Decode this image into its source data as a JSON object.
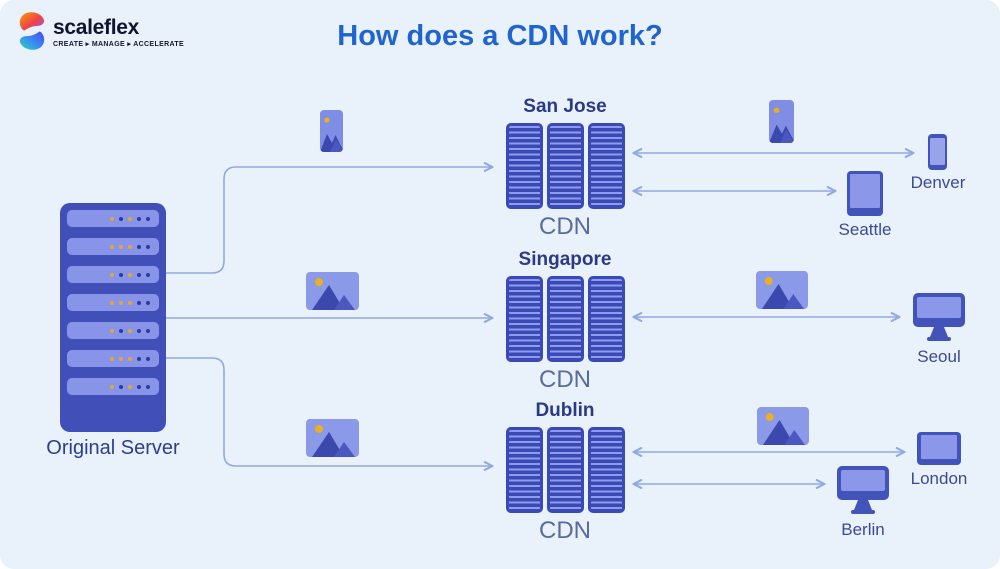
{
  "header": {
    "logo_name": "scaleflex",
    "logo_tagline": "CREATE ▸ MANAGE ▸ ACCELERATE",
    "title": "How does a CDN work?"
  },
  "origin_server": {
    "label": "Original Server"
  },
  "cdn_nodes": [
    {
      "city": "San Jose",
      "caption": "CDN"
    },
    {
      "city": "Singapore",
      "caption": "CDN"
    },
    {
      "city": "Dublin",
      "caption": "CDN"
    }
  ],
  "clients": [
    {
      "city": "Denver",
      "device": "smartphone",
      "served_by": "San Jose"
    },
    {
      "city": "Seattle",
      "device": "tablet-portrait",
      "served_by": "San Jose"
    },
    {
      "city": "Seoul",
      "device": "desktop-monitor",
      "served_by": "Singapore"
    },
    {
      "city": "London",
      "device": "tablet-landscape",
      "served_by": "Dublin"
    },
    {
      "city": "Berlin",
      "device": "desktop-monitor",
      "served_by": "Dublin"
    }
  ],
  "connections": [
    {
      "from": "Original Server",
      "to": "San Jose CDN",
      "direction": "one-way"
    },
    {
      "from": "Original Server",
      "to": "Singapore CDN",
      "direction": "one-way"
    },
    {
      "from": "Original Server",
      "to": "Dublin CDN",
      "direction": "one-way"
    },
    {
      "from": "San Jose CDN",
      "to": "Denver",
      "direction": "two-way"
    },
    {
      "from": "San Jose CDN",
      "to": "Seattle",
      "direction": "two-way"
    },
    {
      "from": "Singapore CDN",
      "to": "Seoul",
      "direction": "two-way"
    },
    {
      "from": "Dublin CDN",
      "to": "London",
      "direction": "two-way"
    },
    {
      "from": "Dublin CDN",
      "to": "Berlin",
      "direction": "two-way"
    }
  ],
  "colors": {
    "background": "#e9f1fa",
    "rack_dark_blue": "#3a49b5",
    "device_dark_blue": "#4254ba",
    "device_light_blue": "#8b97e8",
    "arrow": "#8fa9e2",
    "title": "#2065cf",
    "heading_text": "#2c3a85",
    "cdn_caption_text": "#5a6b9e",
    "sun_yellow": "#eab021"
  }
}
